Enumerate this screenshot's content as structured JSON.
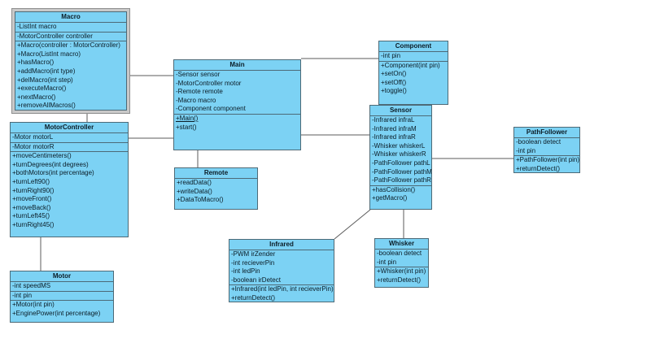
{
  "diagram": {
    "type": "uml-class-diagram",
    "colors": {
      "box_fill": "#7cd2f4",
      "box_border": "#4d6a77",
      "connector": "#5b5b5b",
      "selection_frame": "#c9c9c9"
    }
  },
  "classes": {
    "macro": {
      "name": "Macro",
      "attributes": [
        "-ListInt macro",
        "-MotorController controller"
      ],
      "methods": [
        "+Macro(controller : MotorController)",
        "+Macro(ListInt macro)",
        "+hasMacro()",
        "+addMacro(int type)",
        "+delMacro(int step)",
        "+executeMacro()",
        "+nextMacro()",
        "+removeAllMacros()"
      ]
    },
    "motorcontroller": {
      "name": "MotorController",
      "attributes": [
        "-Motor motorL",
        "-Motor motorR"
      ],
      "methods": [
        "+moveCentimeters()",
        "+turnDegrees(int degrees)",
        "+bothMotors(int percentage)",
        "+turnLeft90()",
        "+turnRight90()",
        "+moveFront()",
        "+moveBack()",
        "+turnLeft45()",
        "+turnRight45()"
      ]
    },
    "motor": {
      "name": "Motor",
      "attributes": [
        "-int speedMS",
        "-int pin"
      ],
      "methods": [
        "+Motor(int pin)",
        "+EnginePower(int percentage)"
      ]
    },
    "main": {
      "name": "Main",
      "attributes": [
        "-Sensor sensor",
        "-MotorController motor",
        "-Remote remote",
        "-Macro macro",
        "-Component component"
      ],
      "methods": [
        "+Main()",
        "+start()"
      ]
    },
    "remote": {
      "name": "Remote",
      "methods": [
        "+readData()",
        "+writeData()",
        "+DataToMacro()"
      ]
    },
    "component": {
      "name": "Component",
      "attributes": [
        "-int pin"
      ],
      "methods": [
        "+Component(int pin)",
        "+setOn()",
        "+setOff()",
        "+toggle()"
      ]
    },
    "sensor": {
      "name": "Sensor",
      "attributes": [
        "-Infrared infraL",
        "-Infrared infraM",
        "-Infrared infraR",
        "-Whisker whiskerL",
        "-Whisker whiskerR",
        "-PathFollower pathL",
        "-PathFollower pathM",
        "-PathFollower pathR"
      ],
      "methods": [
        "+hasCollision()",
        "+getMacro()"
      ]
    },
    "pathfollower": {
      "name": "PathFollower",
      "attributes": [
        "-boolean detect",
        "-int pin"
      ],
      "methods": [
        "+PathFollower(int pin)",
        "+returnDetect()"
      ]
    },
    "infrared": {
      "name": "Infrared",
      "attributes": [
        "-PWM irZender",
        "-int recieverPin",
        "-int ledPin",
        "-boolean irDetect"
      ],
      "methods": [
        "+Infrared(int ledPin, int recieverPin)",
        "+returnDetect()"
      ]
    },
    "whisker": {
      "name": "Whisker",
      "attributes": [
        "-boolean detect",
        "-int pin"
      ],
      "methods": [
        "+Whisker(int pin)",
        "+returnDetect()"
      ]
    }
  }
}
